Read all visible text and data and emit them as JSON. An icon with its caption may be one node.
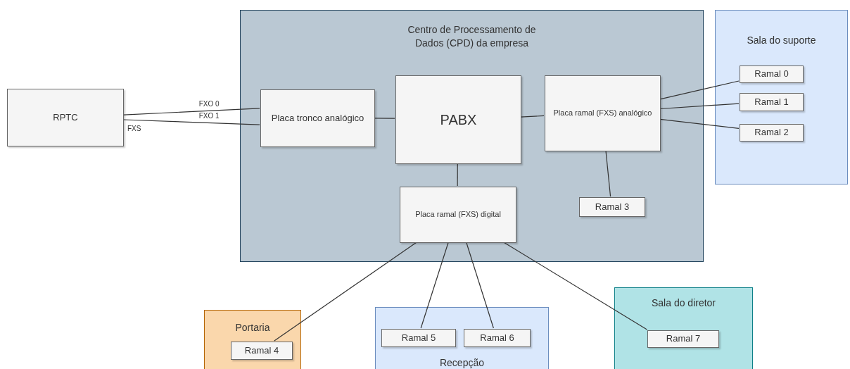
{
  "diagram": {
    "nodes": [
      {
        "text": [
          "RPTC"
        ]
      },
      {
        "text": [
          "Centro de Processamento de Dados (CPD) da empresa"
        ]
      },
      {
        "text": [
          "Placa tronco analógico"
        ],
        "in": 1
      },
      {
        "text": [
          "PABX"
        ],
        "in": 1
      },
      {
        "text": [
          "Placa ramal (FXS) analógico"
        ],
        "in": 1
      },
      {
        "text": [
          "Placa ramal (FXS) digital"
        ],
        "in": 1
      },
      {
        "text": [
          "Ramal 3"
        ],
        "in": 1
      },
      {
        "text": [
          "Sala do suporte"
        ]
      },
      {
        "text": [
          "Ramal 0"
        ],
        "in": 7
      },
      {
        "text": [
          "Ramal 1"
        ],
        "in": 7
      },
      {
        "text": [
          "Ramal 2"
        ],
        "in": 7
      },
      {
        "text": [
          "Portaria"
        ]
      },
      {
        "text": [
          "Ramal 4"
        ],
        "in": 11
      },
      {
        "text": [
          "Recepção"
        ]
      },
      {
        "text": [
          "Ramal 5"
        ],
        "in": 13
      },
      {
        "text": [
          "Ramal 6"
        ],
        "in": 13
      },
      {
        "text": [
          "Sala do diretor"
        ]
      },
      {
        "text": [
          "Ramal 7"
        ],
        "in": 16
      }
    ],
    "edges": [
      {
        "from": 0,
        "to": 2,
        "arrow": "none",
        "label": "FXO 0"
      },
      {
        "from": 0,
        "to": 2,
        "arrow": "none",
        "label": "FXO 1"
      },
      {
        "from": 2,
        "to": 3,
        "arrow": "none"
      },
      {
        "from": 3,
        "to": 4,
        "arrow": "none"
      },
      {
        "from": 3,
        "to": 5,
        "arrow": "none"
      },
      {
        "from": 4,
        "to": 8,
        "arrow": "none"
      },
      {
        "from": 4,
        "to": 9,
        "arrow": "none"
      },
      {
        "from": 4,
        "to": 10,
        "arrow": "none"
      },
      {
        "from": 4,
        "to": 6,
        "arrow": "none"
      },
      {
        "from": 5,
        "to": 12,
        "arrow": "none"
      },
      {
        "from": 5,
        "to": 14,
        "arrow": "none"
      },
      {
        "from": 5,
        "to": 15,
        "arrow": "none"
      },
      {
        "from": 5,
        "to": 17,
        "arrow": "none"
      }
    ],
    "labels": [
      "FXS"
    ]
  }
}
